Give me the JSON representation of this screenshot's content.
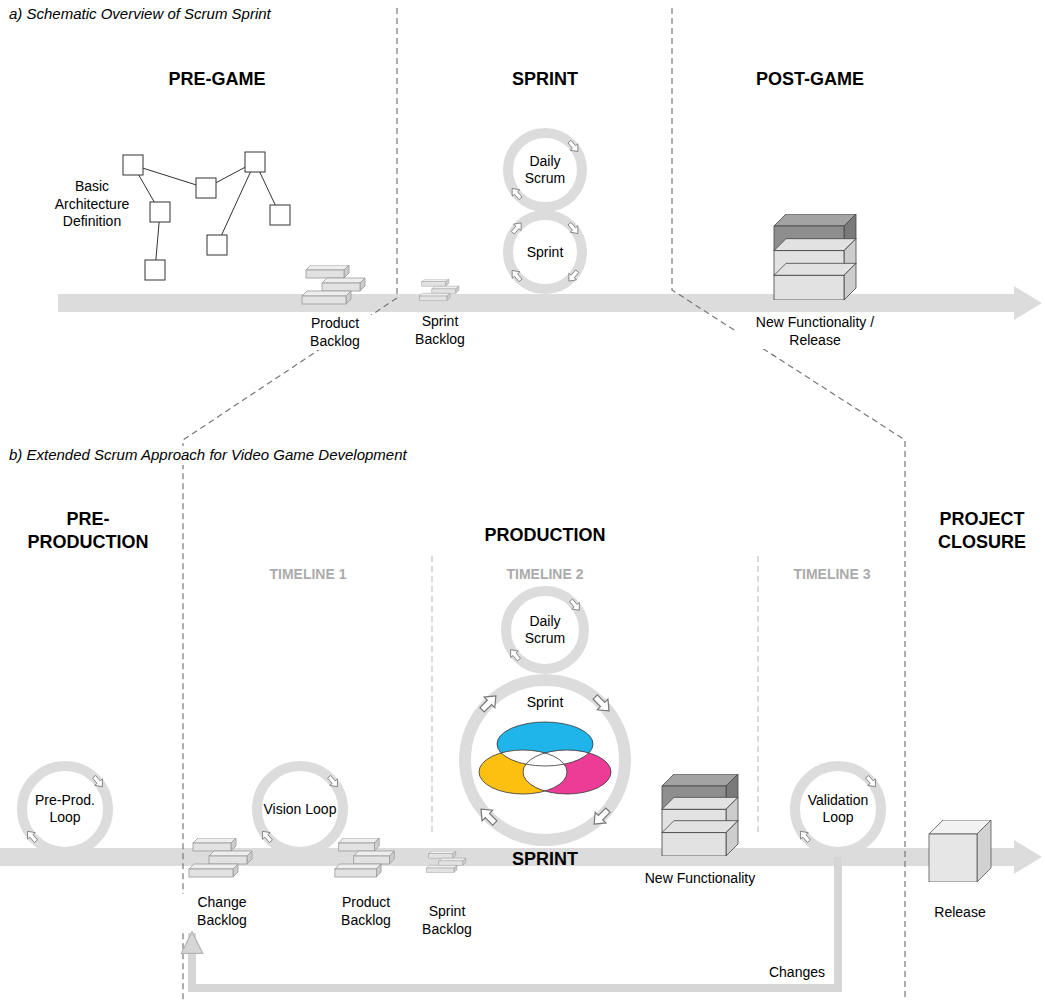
{
  "diagram": {
    "nodes": [
      {
        "text": [
          "Daily Scrum"
        ]
      },
      {
        "text": [
          "Sprint"
        ]
      },
      {
        "text": [
          "Product Backlog"
        ]
      },
      {
        "text": [
          "Sprint Backlog"
        ]
      },
      {
        "text": [
          "New Functionality / Release"
        ]
      },
      {
        "text": [
          "Pre-Prod. Loop"
        ]
      },
      {
        "text": [
          "Change Backlog"
        ]
      },
      {
        "text": [
          "Vision Loop"
        ]
      },
      {
        "text": [
          "Product Backlog"
        ]
      },
      {
        "text": [
          "Sprint Backlog"
        ]
      },
      {
        "text": [
          "Daily Scrum"
        ]
      },
      {
        "text": [
          "Sprint",
          "SPRINT"
        ]
      },
      {
        "text": [
          "New Functionality"
        ]
      },
      {
        "text": [
          "Validation Loop"
        ]
      },
      {
        "text": [
          "Release"
        ]
      }
    ],
    "edges": [
      {
        "from": 13,
        "to": 6,
        "label": "Changes",
        "arrow": "to"
      }
    ],
    "labels": [
      "a) Schematic Overview of Scrum Sprint",
      "PRE-GAME",
      "Basic Architecture Definition",
      "SPRINT",
      "POST-GAME",
      "b) Extended Scrum Approach for Video Game Development",
      "PRE-PRODUCTION",
      "PRODUCTION",
      "PROJECT CLOSURE",
      "TIMELINE 1",
      "TIMELINE 2",
      "TIMELINE 3"
    ]
  }
}
